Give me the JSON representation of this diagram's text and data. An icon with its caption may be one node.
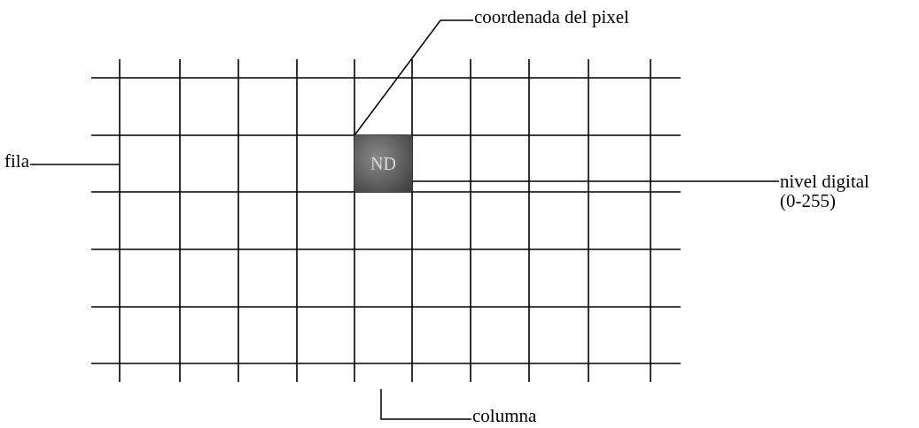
{
  "diagram": {
    "nodes": [
      {
        "text": [
          "coordenada del pixel"
        ]
      },
      {
        "text": [
          "fila"
        ]
      },
      {
        "text": [
          "ND"
        ]
      },
      {
        "text": [
          "nivel digital (0-255)"
        ]
      },
      {
        "text": [
          "columna"
        ]
      }
    ],
    "edges": [
      {
        "from": 0,
        "to": 2,
        "arrow": "none"
      },
      {
        "from": 1,
        "to": null,
        "arrow": "none"
      },
      {
        "from": 3,
        "to": 2,
        "arrow": "none"
      },
      {
        "from": 4,
        "to": null,
        "arrow": "none"
      }
    ]
  }
}
